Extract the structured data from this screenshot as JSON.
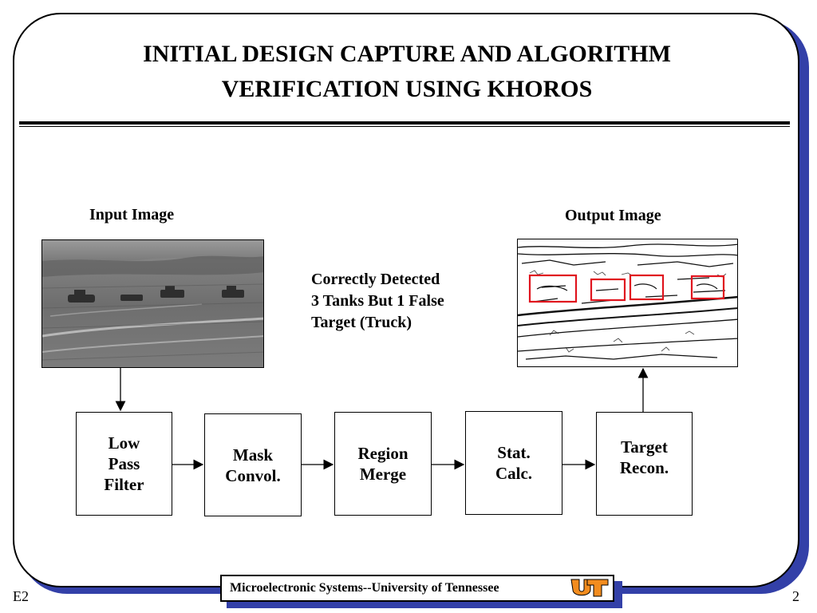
{
  "slide": {
    "title_line1": "INITIAL DESIGN CAPTURE AND ALGORITHM",
    "title_line2": "VERIFICATION USING KHOROS",
    "id_label": "E2",
    "page_number": "2"
  },
  "images": {
    "input_caption": "Input Image",
    "output_caption": "Output Image"
  },
  "annotation": {
    "line1": "Correctly Detected",
    "line2": "3 Tanks But 1 False",
    "line3": "Target (Truck)"
  },
  "pipeline": [
    {
      "label": "Low\nPass\nFilter"
    },
    {
      "label": "Mask\nConvol."
    },
    {
      "label": "Region\nMerge"
    },
    {
      "label": "Stat.\nCalc."
    },
    {
      "label": "Target\nRecon."
    }
  ],
  "footer": {
    "text": "Microelectronic Systems--University of Tennessee"
  },
  "colors": {
    "frame_shadow": "#3340a8",
    "detection_box": "#e0141e",
    "logo_orange": "#f28c1e"
  },
  "icons": {
    "logo": "ut-logo-icon"
  }
}
